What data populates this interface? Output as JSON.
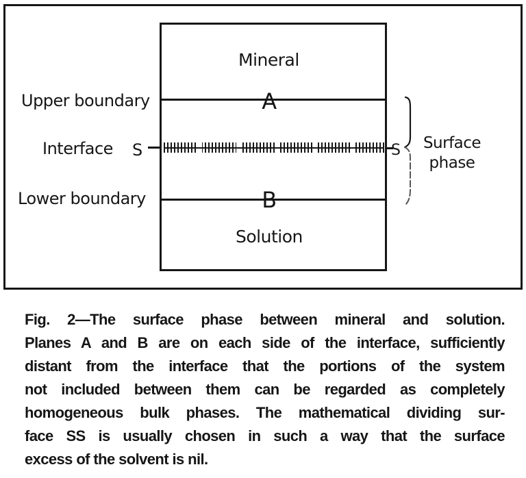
{
  "figure": {
    "regions": {
      "mineral": "Mineral",
      "solution": "Solution"
    },
    "labels": {
      "upper_boundary": "Upper boundary",
      "interface": "Interface",
      "lower_boundary": "Lower boundary",
      "plane_a": "A",
      "plane_b": "B",
      "s_left": "S",
      "s_right": "S",
      "surface_phase_line1": "Surface",
      "surface_phase_line2": "phase"
    },
    "colors": {
      "ink": "#161616",
      "background": "#ffffff"
    }
  },
  "caption": {
    "lines": [
      "Fig. 2—The surface phase between mineral and solution.",
      "Planes A and B are on each side of the interface, sufficiently",
      "distant from the interface that the portions of the system",
      "not included between them can be regarded as completely",
      "homogeneous bulk phases. The mathematical dividing sur-",
      "face SS is usually chosen in such a way that the surface",
      "excess of the solvent is nil."
    ]
  }
}
